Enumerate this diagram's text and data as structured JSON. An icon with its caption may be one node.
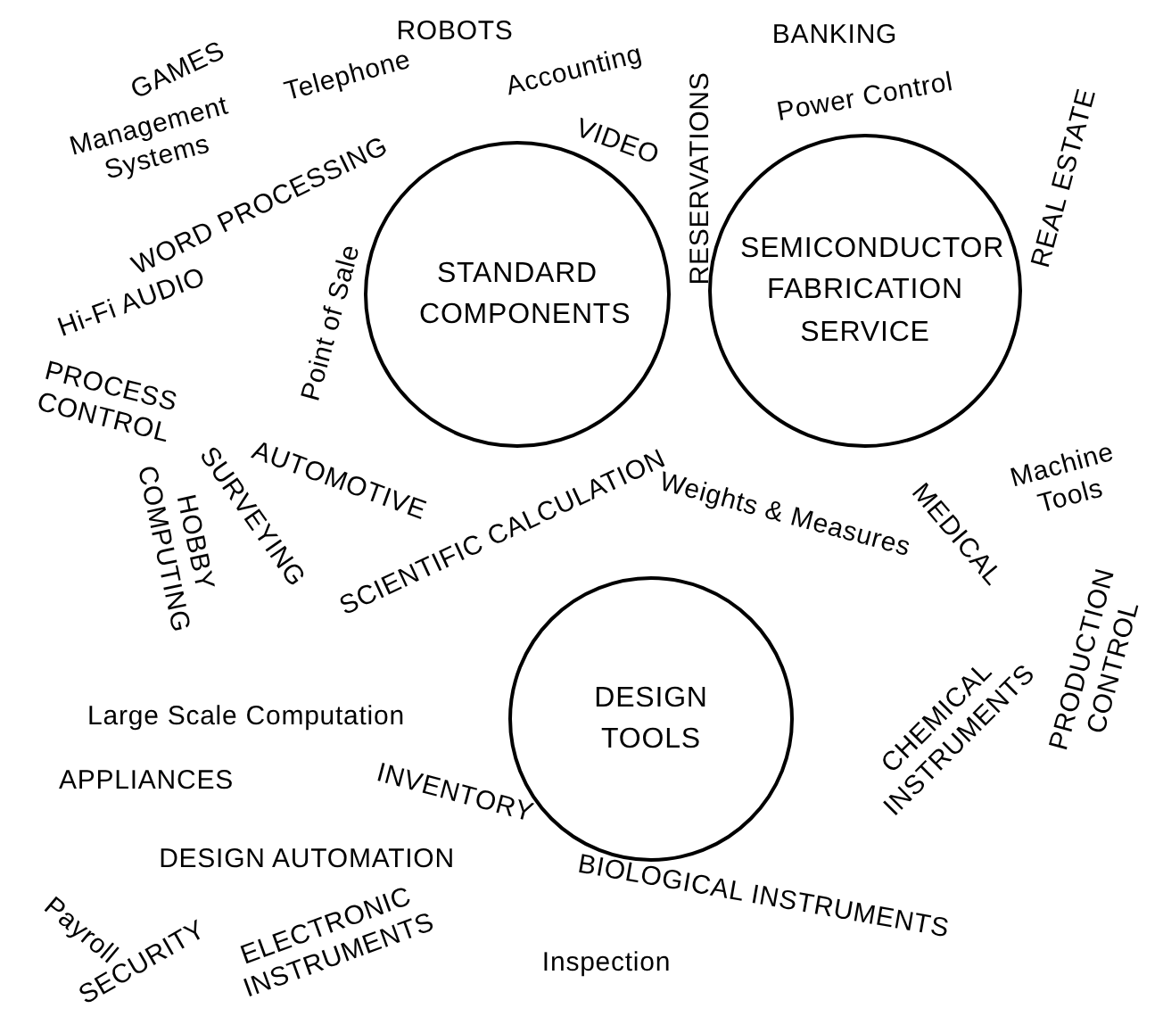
{
  "diagram": {
    "nodes": [
      {
        "text": [
          "STANDARD COMPONENTS"
        ]
      },
      {
        "text": [
          "SEMICONDUCTOR FABRICATION SERVICE"
        ]
      },
      {
        "text": [
          "DESIGN TOOLS"
        ]
      }
    ],
    "labels": [
      "ROBOTS",
      "GAMES",
      "Telephone",
      "Accounting",
      "BANKING",
      "Management Systems",
      "RESERVATIONS",
      "Power Control",
      "VIDEO",
      "WORD PROCESSING",
      "REAL ESTATE",
      "Point of Sale",
      "Hi-Fi AUDIO",
      "PROCESS CONTROL",
      "AUTOMOTIVE",
      "SCIENTIFIC CALCULATION",
      "Weights & Measures",
      "MEDICAL",
      "Machine Tools",
      "HOBBY COMPUTING",
      "SURVEYING",
      "PRODUCTION CONTROL",
      "Large Scale Computation",
      "CHEMICAL INSTRUMENTS",
      "APPLIANCES",
      "INVENTORY",
      "DESIGN AUTOMATION",
      "Payroll",
      "BIOLOGICAL INSTRUMENTS",
      "SECURITY",
      "ELECTRONIC INSTRUMENTS",
      "Inspection"
    ]
  }
}
